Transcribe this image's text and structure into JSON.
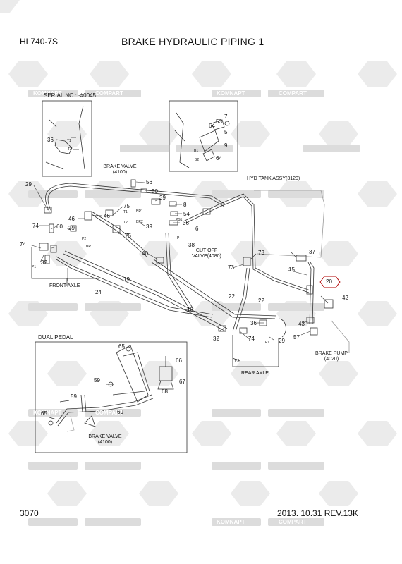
{
  "header": {
    "model": "HL740-7S",
    "title": "BRAKE HYDRAULIC PIPING 1"
  },
  "footer": {
    "page": "3070",
    "date_rev": "2013. 10.31  REV.13K"
  },
  "watermark": {
    "text_a": "KOMNAPT",
    "text_b": "COMPART"
  },
  "labels": {
    "serial": "SERIAL NO : -#0045",
    "brake_valve_top": [
      "BRAKE VALVE",
      "(4100)"
    ],
    "hyd_tank": "HYD TANK ASSY(3120)",
    "cut_off_valve": [
      "CUT OFF",
      "VALVE(4080)"
    ],
    "front_axle": "FRONT AXLE",
    "rear_axle": "REAR AXLE",
    "brake_pump": [
      "BRAKE PUMP",
      "(4020)"
    ],
    "dual_pedal": "DUAL PEDAL",
    "brake_valve_bottom": [
      "BRAKE VALVE",
      "(4100)"
    ]
  },
  "port_labels": {
    "t1": "T1",
    "t2": "T2",
    "br1": "BR1",
    "br2": "BR2",
    "ps1": "PS1",
    "p": "P",
    "p1": "P1",
    "p2": "P2",
    "br": "BR",
    "b1": "B1",
    "b2": "B2"
  },
  "callouts": {
    "n29a": "29",
    "n56": "56",
    "n30": "30",
    "n39a": "39",
    "n75a": "75",
    "n8": "8",
    "n54": "54",
    "n46a": "46",
    "n46b": "46",
    "n74a": "74",
    "n29b": "29",
    "n60": "60",
    "n74b": "74",
    "n32a": "32",
    "n39b": "39",
    "n75b": "75",
    "n36a": "36",
    "n38": "38",
    "n6": "6",
    "n40": "40",
    "n19": "19",
    "n24": "24",
    "n18": "18",
    "n22a": "22",
    "n22b": "22",
    "n73a": "73",
    "n73b": "73",
    "n15": "15",
    "n37": "37",
    "n20": "20",
    "n42": "42",
    "n43": "43",
    "n57": "57",
    "n32b": "32",
    "n74c": "74",
    "n36b": "36",
    "n29c": "29",
    "n36c": "36",
    "n7": "7",
    "n64a": "64",
    "n53": "53",
    "n5": "5",
    "n9": "9",
    "n64b": "64",
    "n65a": "65",
    "n66": "66",
    "n59a": "59",
    "n67": "67",
    "n68": "68",
    "n59b": "59",
    "n69": "69",
    "n65b": "65"
  }
}
